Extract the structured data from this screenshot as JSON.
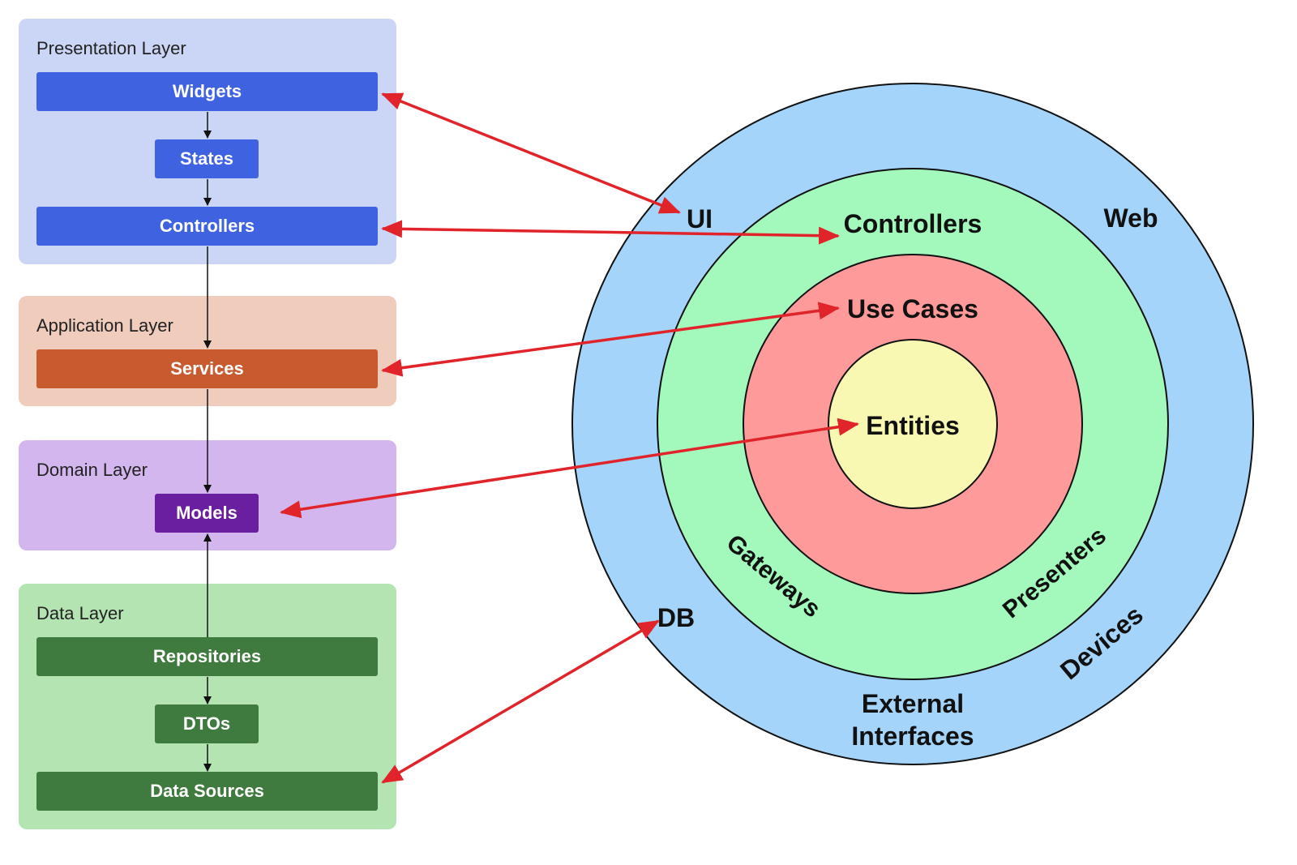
{
  "layers": [
    {
      "title": "Presentation Layer",
      "boxes": [
        "Widgets",
        "States",
        "Controllers"
      ],
      "bg": "#cbd5f5",
      "box_color": "#3f63e0"
    },
    {
      "title": "Application Layer",
      "boxes": [
        "Services"
      ],
      "bg": "#f0ccbc",
      "box_color": "#c85a30"
    },
    {
      "title": "Domain Layer",
      "boxes": [
        "Models"
      ],
      "bg": "#d3b6ee",
      "box_color": "#6a1fa0"
    },
    {
      "title": "Data Layer",
      "boxes": [
        "Repositories",
        "DTOs",
        "Data Sources"
      ],
      "bg": "#b5e4b3",
      "box_color": "#3f7b3e"
    }
  ],
  "rings": {
    "outer": {
      "color": "#a5d4fb",
      "labels": {
        "ui": "UI",
        "web": "Web",
        "db": "DB",
        "devices": "Devices",
        "external_1": "External",
        "external_2": "Interfaces"
      }
    },
    "second": {
      "color": "#a3f8bc",
      "labels": {
        "controllers": "Controllers",
        "gateways": "Gateways",
        "presenters": "Presenters"
      }
    },
    "third": {
      "color": "#fe9b9a",
      "labels": {
        "use_cases": "Use Cases"
      }
    },
    "core": {
      "color": "#f9f8b2",
      "labels": {
        "entities": "Entities"
      }
    }
  },
  "arrow_color": "#e0242a"
}
